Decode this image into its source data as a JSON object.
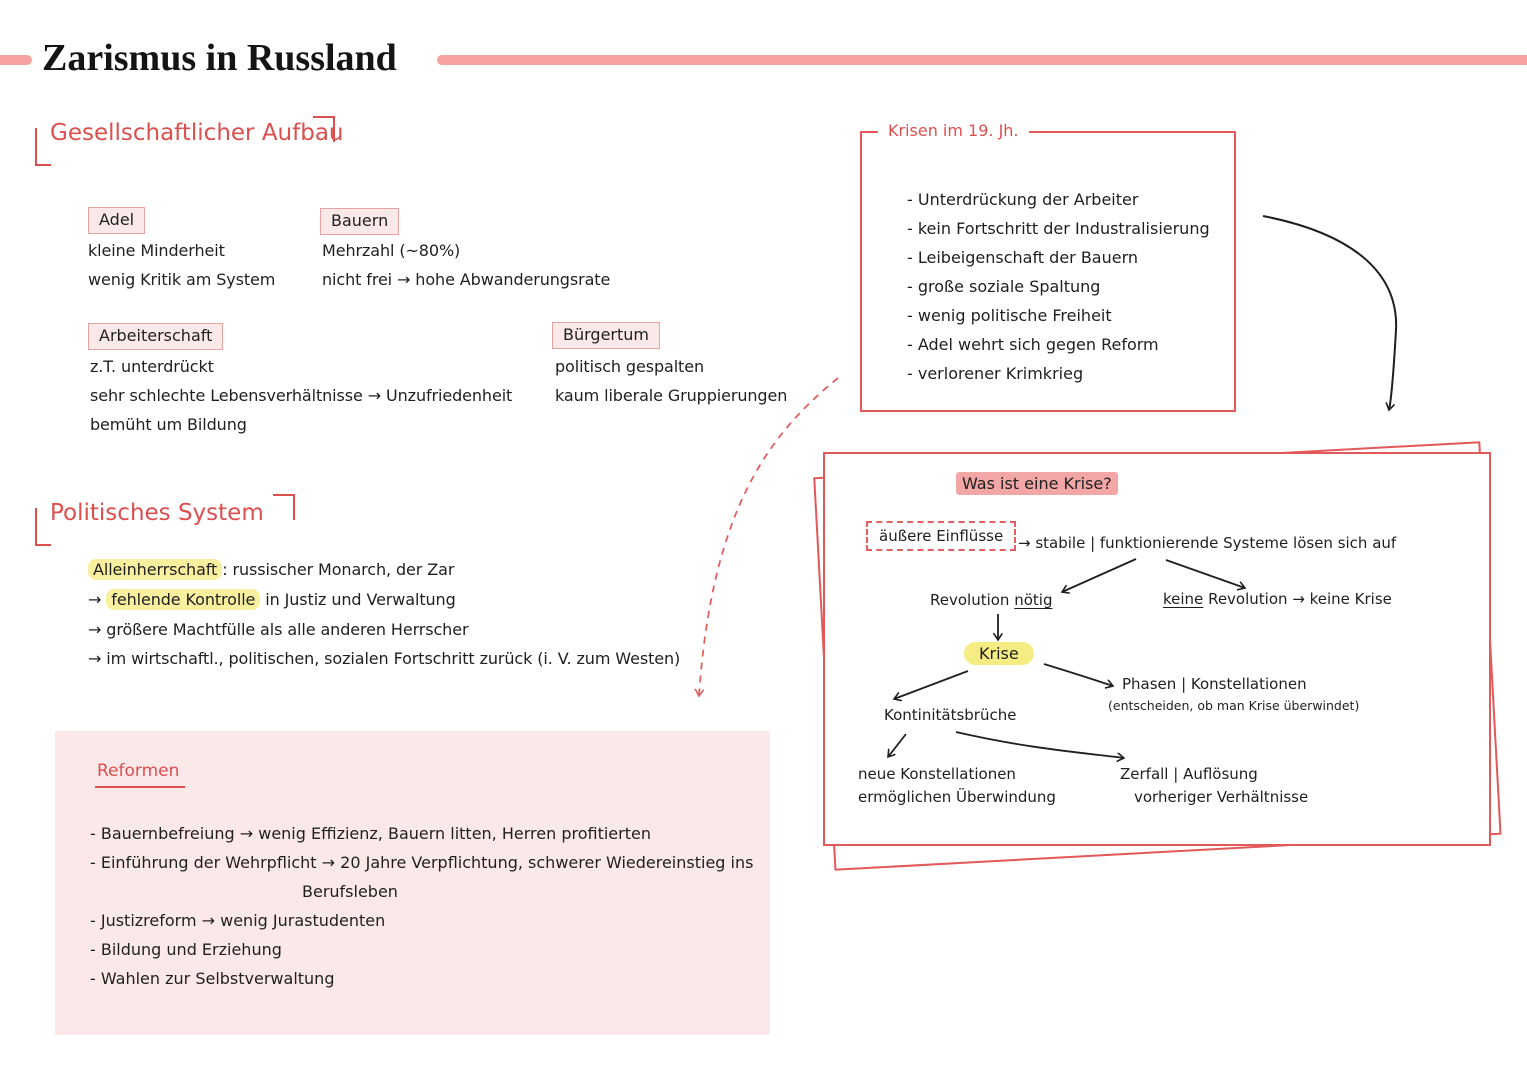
{
  "page": {
    "title": "Zarismus in Russland"
  },
  "colors": {
    "red_pen": "#dc4f4f",
    "pink_bar": "#f7a3a3",
    "label_box_fill": "#fbe9e9",
    "label_box_border": "#eaa3a3",
    "yellow_highlight": "#f8f09e",
    "pink_highlight": "#f2a6a6",
    "ink": "#1f1f1f"
  },
  "gesellschaft": {
    "heading": "Gesellschaftlicher Aufbau",
    "adel": {
      "label": "Adel",
      "lines": [
        "kleine Minderheit",
        "wenig Kritik am System"
      ]
    },
    "bauern": {
      "label": "Bauern",
      "lines": [
        "Mehrzahl (~80%)",
        "nicht frei → hohe Abwanderungsrate"
      ]
    },
    "arbeiterschaft": {
      "label": "Arbeiterschaft",
      "lines": [
        "z.T. unterdrückt",
        "sehr schlechte Lebensverhältnisse → Unzufriedenheit",
        "bemüht um Bildung"
      ]
    },
    "buergertum": {
      "label": "Bürgertum",
      "lines": [
        "politisch gespalten",
        "kaum liberale Gruppierungen"
      ]
    }
  },
  "krisen": {
    "heading": "Krisen im 19. Jh.",
    "items": [
      "- Unterdrückung der Arbeiter",
      "- kein Fortschritt der Industralisierung",
      "- Leibeigenschaft der Bauern",
      "- große soziale Spaltung",
      "- wenig politische Freiheit",
      "- Adel wehrt sich gegen Reform",
      "- verlorener Krimkrieg"
    ]
  },
  "politik": {
    "heading": "Politisches System",
    "highlight1": "Alleinherrschaft",
    "rest1": ": russischer Monarch, der Zar",
    "arrow2": "→ ",
    "highlight2": "fehlende Kontrolle",
    "rest2": " in Justiz und Verwaltung",
    "line3": "→ größere Machtfülle als alle anderen Herrscher",
    "line4": "→ im wirtschaftl., politischen, sozialen Fortschritt zurück (i. V. zum Westen)"
  },
  "diagram": {
    "title": "Was ist eine Krise?",
    "einfluesse": "äußere Einflüsse",
    "systeme": "→ stabile | funktionierende Systeme lösen sich auf",
    "revolution_pre": "Revolution ",
    "revolution_u": "nötig",
    "keine_u": "keine",
    "keine_rest": " Revolution → keine Krise",
    "krise": "Krise",
    "phasen": "Phasen | Konstellationen",
    "phasen_sub": "(entscheiden, ob man Krise überwindet)",
    "kontinuitaet": "Kontinitätsbrüche",
    "neue": [
      "neue Konstellationen",
      "ermöglichen Überwindung"
    ],
    "zerfall": [
      "Zerfall | Auflösung",
      "vorheriger Verhältnisse"
    ]
  },
  "reformen": {
    "heading": "Reformen",
    "items": [
      "- Bauernbefreiung → wenig Effizienz, Bauern litten, Herren profitierten",
      "- Einführung der Wehrpflicht → 20 Jahre Verpflichtung, schwerer Wiedereinstieg ins",
      "Berufsleben",
      "- Justizreform → wenig Jurastudenten",
      "- Bildung und Erziehung",
      "- Wahlen zur Selbstverwaltung"
    ]
  }
}
